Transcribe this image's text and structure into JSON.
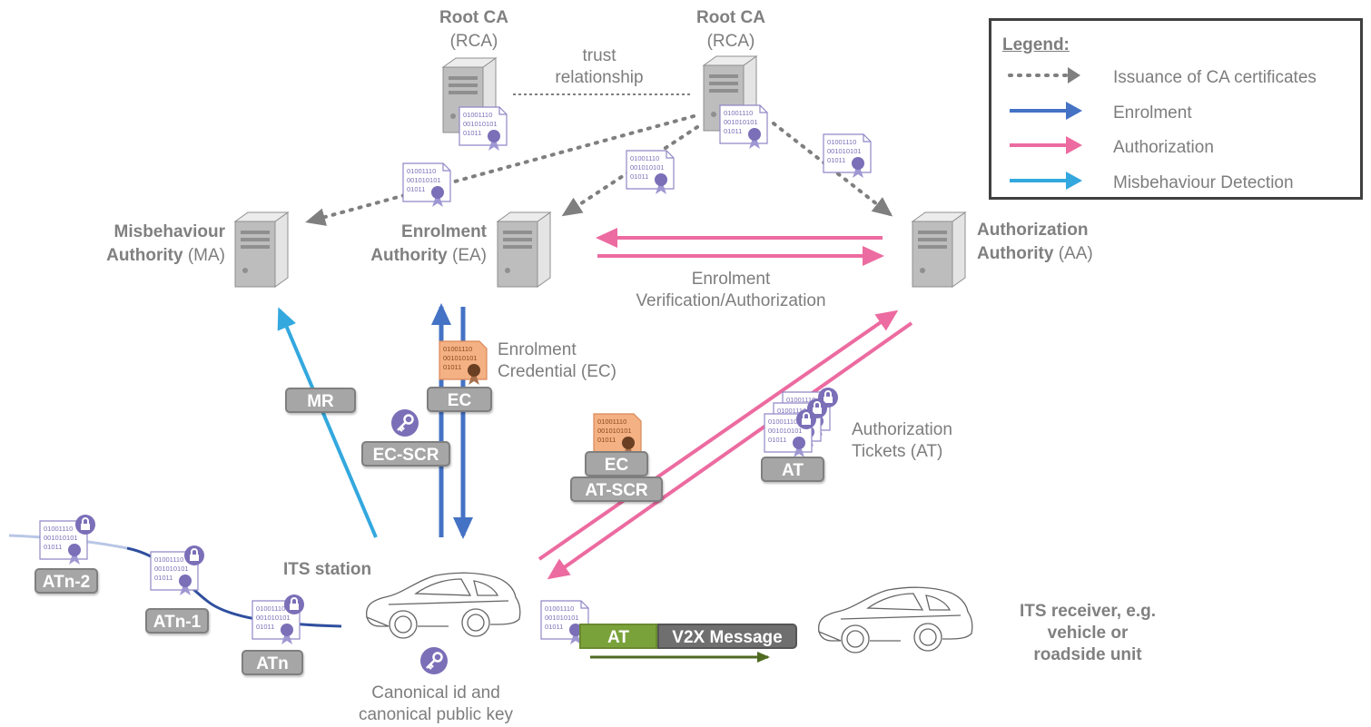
{
  "root_ca_left": {
    "title": "Root CA",
    "sub": "(RCA)"
  },
  "root_ca_right": {
    "title": "Root CA",
    "sub": "(RCA)"
  },
  "trust": {
    "line1": "trust",
    "line2": "relationship"
  },
  "ma": {
    "line1": "Misbehaviour",
    "line2_bold": "Authority",
    "line2_rest": " (MA)"
  },
  "ea": {
    "line1": "Enrolment",
    "line2_bold": "Authority",
    "line2_rest": " (EA)"
  },
  "aa": {
    "line1": "Authorization",
    "line2_bold": "Authority",
    "line2_rest": " (AA)"
  },
  "ea_aa_label": {
    "line1": "Enrolment",
    "line2": "Verification/Authorization"
  },
  "ec_label": {
    "line1": "Enrolment",
    "line2": "Credential (EC)"
  },
  "at_label": {
    "line1": "Authorization",
    "line2": "Tickets (AT)"
  },
  "tags": {
    "mr": "MR",
    "ec_top": "EC",
    "ec_scr": "EC-SCR",
    "ec_mid": "EC",
    "at_scr": "AT-SCR",
    "at": "AT",
    "at_n2": "ATn-2",
    "at_n1": "ATn-1",
    "at_n": "ATn"
  },
  "its_station": "ITS station",
  "canonical": {
    "line1": "Canonical id and",
    "line2": "canonical public key"
  },
  "message": {
    "at": "AT",
    "v2x": "V2X Message"
  },
  "receiver": {
    "line1": "ITS receiver, e.g.",
    "line2": "vehicle or",
    "line3": "roadside unit"
  },
  "cert_text": {
    "l1": "01001110",
    "l2": "001010101",
    "l3": "01011"
  },
  "legend": {
    "title": "Legend:",
    "items": [
      {
        "label": "Issuance of CA certificates",
        "color": "#7f7f7f",
        "style": "dotted"
      },
      {
        "label": "Enrolment",
        "color": "#4472c4",
        "style": "solid"
      },
      {
        "label": "Authorization",
        "color": "#ec6ba0",
        "style": "solid"
      },
      {
        "label": "Misbehaviour Detection",
        "color": "#33a8de",
        "style": "solid"
      }
    ]
  },
  "colors": {
    "enrolment": "#4472c4",
    "authorization": "#ec6ba0",
    "misbehaviour": "#33a8de",
    "issuance": "#7f7f7f",
    "tag_bg": "#a6a6a6",
    "cert_purple": "#7b6fb8",
    "ec_orange": "#f4b183",
    "message_green": "#7aa23a"
  }
}
